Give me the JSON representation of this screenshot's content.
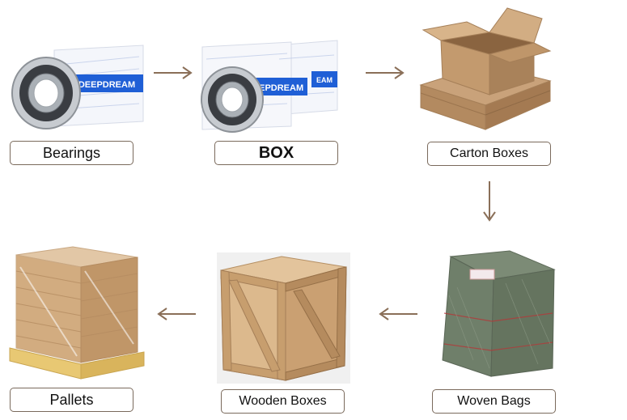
{
  "stages": {
    "bearings": {
      "label": "Bearings",
      "brand": "DEEPDREAM"
    },
    "box": {
      "label": "BOX",
      "brand": "DEEPDREAM"
    },
    "carton": {
      "label": "Carton Boxes"
    },
    "woven": {
      "label": "Woven Bags"
    },
    "wooden": {
      "label": "Wooden Boxes"
    },
    "pallets": {
      "label": "Pallets"
    }
  },
  "colors": {
    "label_border": "#7a6a5c",
    "arrow": "#8a6f58",
    "brand_blue": "#1f5fd6",
    "cardboard": "#c9a27a",
    "wood": "#dcb98d",
    "woven_green": "#6f7f6a"
  }
}
